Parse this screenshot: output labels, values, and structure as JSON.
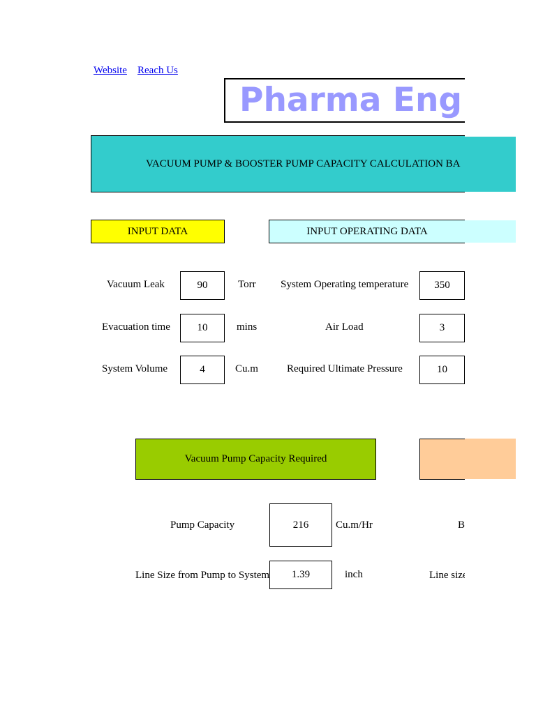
{
  "links": {
    "website": "Website",
    "reach_us": "Reach Us"
  },
  "banner": {
    "title": "Pharma Engi"
  },
  "header": {
    "title": "VACUUM PUMP & BOOSTER PUMP CAPACITY CALCULATION BA"
  },
  "sections": {
    "input_data": "INPUT DATA",
    "input_operating_data": "INPUT OPERATING DATA"
  },
  "inputs": {
    "vacuum_leak": {
      "label": "Vacuum Leak",
      "value": "90",
      "unit": "Torr"
    },
    "evacuation_time": {
      "label": "Evacuation time",
      "value": "10",
      "unit": "mins"
    },
    "system_volume": {
      "label": "System Volume",
      "value": "4",
      "unit": "Cu.m"
    }
  },
  "operating": {
    "temperature": {
      "label": "System Operating temperature",
      "value": "350"
    },
    "air_load": {
      "label": "Air Load",
      "value": "3"
    },
    "ultimate_pressure": {
      "label": "Required Ultimate Pressure",
      "value": "10"
    }
  },
  "results": {
    "header": "Vacuum Pump Capacity Required",
    "pump_capacity": {
      "label": "Pump Capacity",
      "value": "216",
      "unit": "Cu.m/Hr"
    },
    "line_size": {
      "label": "Line Size from Pump to System",
      "value": "1.39",
      "unit": "inch"
    },
    "right_partial_1": "B",
    "right_partial_2": "Line size"
  },
  "colors": {
    "teal": "#33cccc",
    "yellow": "#ffff00",
    "light_cyan": "#ccffff",
    "green": "#99cc00",
    "peach": "#ffcc99",
    "banner_text": "#9999ff"
  }
}
